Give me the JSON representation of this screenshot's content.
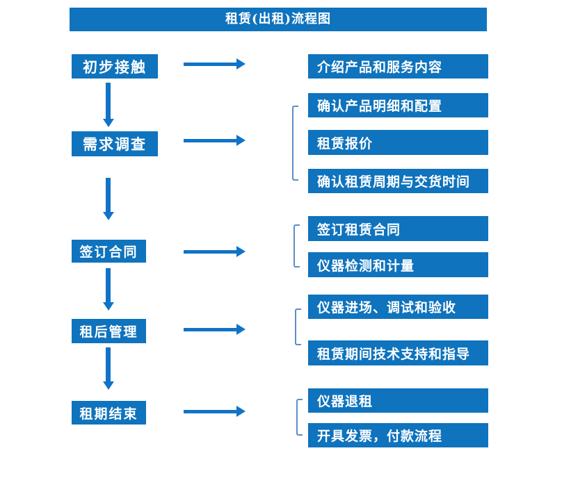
{
  "title": "租赁(出租)流程图",
  "colors": {
    "primary": "#0f73bd",
    "arrow": "#1173c6",
    "bracket": "#5b8ec7"
  },
  "steps": [
    {
      "label": "初步接触",
      "outputs": [
        "介绍产品和服务内容"
      ]
    },
    {
      "label": "需求调查",
      "outputs": [
        "确认产品明细和配置",
        "租赁报价",
        "确认租赁周期与交货时间"
      ]
    },
    {
      "label": "签订合同",
      "outputs": [
        "签订租赁合同",
        "仪器检测和计量"
      ]
    },
    {
      "label": "租后管理",
      "outputs": [
        "仪器进场、调试和验收",
        "租赁期间技术支持和指导"
      ]
    },
    {
      "label": "租期结束",
      "outputs": [
        "仪器退租",
        "开具发票，付款流程"
      ]
    }
  ]
}
